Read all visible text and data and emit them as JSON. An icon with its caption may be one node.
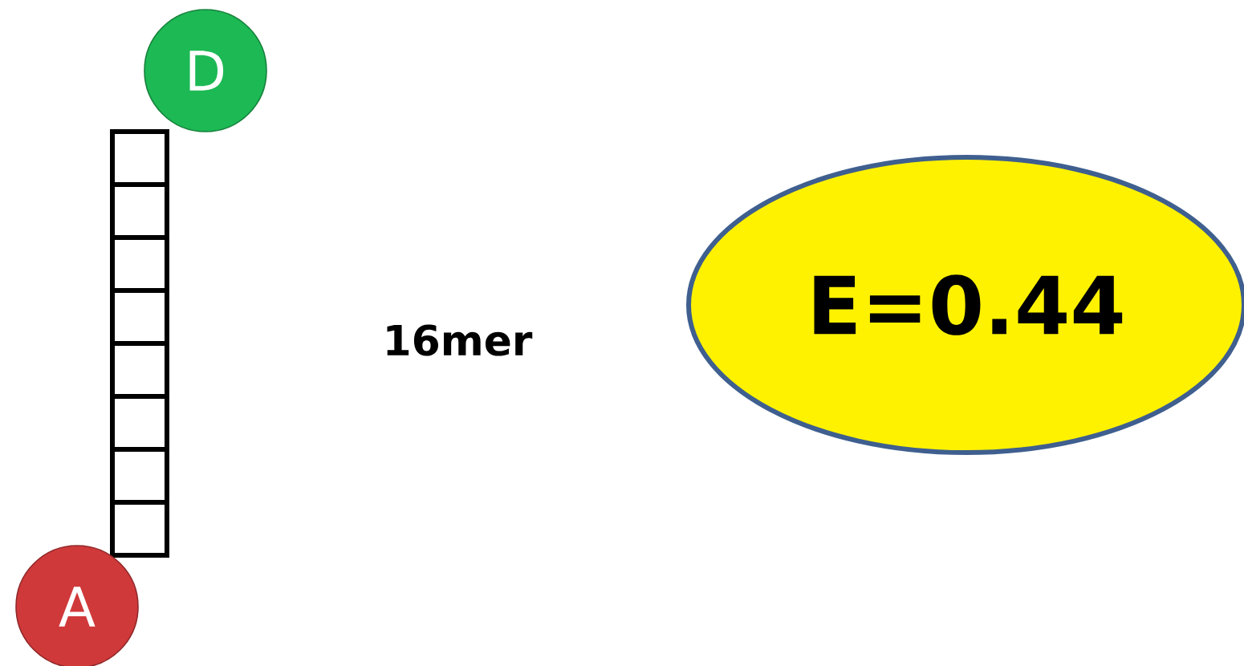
{
  "diagram": {
    "nodes": [
      {
        "text": [
          "D"
        ]
      },
      {
        "text": [
          "A"
        ]
      },
      {
        "text": [
          "E=0.44"
        ]
      }
    ],
    "labels": [
      "16mer"
    ]
  }
}
